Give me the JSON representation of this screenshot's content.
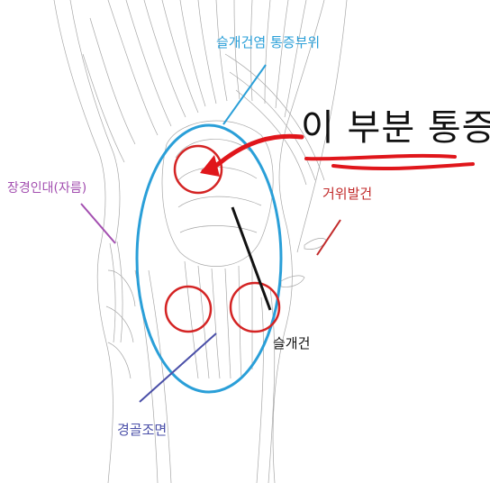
{
  "labels": {
    "patellar_tendinitis_area": {
      "text": "슬개건염 통증부위",
      "color": "#2a9fd8"
    },
    "pain_here": {
      "text": "이 부분 통증",
      "color": "#111111"
    },
    "itband": {
      "text": "장경인대(자름)",
      "color": "#a34fb0"
    },
    "pes_anserine": {
      "text": "거위발건",
      "color": "#c22a2a"
    },
    "patellar_tendon": {
      "text": "슬개건",
      "color": "#111111"
    },
    "tibial_plateau": {
      "text": "경골조면",
      "color": "#4a4fa8"
    }
  },
  "colors": {
    "highlight_ellipse": "#2a9fd8",
    "pain_circles": "#d42424",
    "arrow": "#e0161b",
    "underline": "#e0161b",
    "sketch_lines": "#8a8a8a"
  }
}
